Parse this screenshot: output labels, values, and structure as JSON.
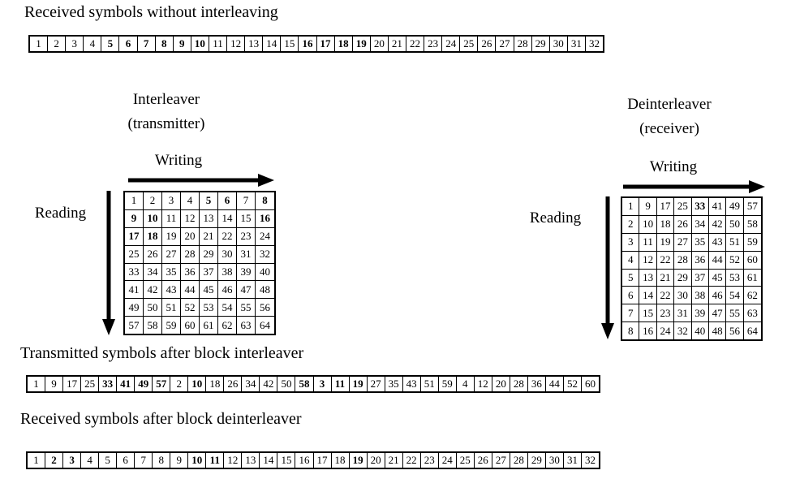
{
  "captions": {
    "top": "Received symbols without interleaving",
    "transmitted": "Transmitted symbols after block interleaver",
    "received_deint": "Received symbols after block deinterleaver"
  },
  "interleaver": {
    "title_line1": "Interleaver",
    "title_line2": "(transmitter)",
    "writing_label": "Writing",
    "reading_label": "Reading",
    "rows": 8,
    "cols": 8,
    "order": "row-major",
    "cells": [
      "1",
      "2",
      "3",
      "4",
      "5",
      "6",
      "7",
      "8",
      "9",
      "10",
      "11",
      "12",
      "13",
      "14",
      "15",
      "16",
      "17",
      "18",
      "19",
      "20",
      "21",
      "22",
      "23",
      "24",
      "25",
      "26",
      "27",
      "28",
      "29",
      "30",
      "31",
      "32",
      "33",
      "34",
      "35",
      "36",
      "37",
      "38",
      "39",
      "40",
      "41",
      "42",
      "43",
      "44",
      "45",
      "46",
      "47",
      "48",
      "49",
      "50",
      "51",
      "52",
      "53",
      "54",
      "55",
      "56",
      "57",
      "58",
      "59",
      "60",
      "61",
      "62",
      "63",
      "64"
    ],
    "bold_cells": [
      "5",
      "6",
      "8",
      "9",
      "10",
      "16",
      "17",
      "18"
    ]
  },
  "deinterleaver": {
    "title_line1": "Deinterleaver",
    "title_line2": "(receiver)",
    "writing_label": "Writing",
    "reading_label": "Reading",
    "rows": 8,
    "cols": 8,
    "order": "column-major",
    "cells": [
      "1",
      "9",
      "17",
      "25",
      "33",
      "41",
      "49",
      "57",
      "2",
      "10",
      "18",
      "26",
      "34",
      "42",
      "50",
      "58",
      "3",
      "11",
      "19",
      "27",
      "35",
      "43",
      "51",
      "59",
      "4",
      "12",
      "22",
      "28",
      "36",
      "44",
      "52",
      "60",
      "5",
      "13",
      "21",
      "29",
      "37",
      "45",
      "53",
      "61",
      "6",
      "14",
      "22",
      "30",
      "38",
      "46",
      "54",
      "62",
      "7",
      "15",
      "23",
      "31",
      "39",
      "47",
      "55",
      "63",
      "8",
      "16",
      "24",
      "32",
      "40",
      "48",
      "56",
      "64"
    ],
    "bold_indices": [
      4
    ]
  },
  "strip_received_plain": {
    "values": [
      "1",
      "2",
      "3",
      "4",
      "5",
      "6",
      "7",
      "8",
      "9",
      "10",
      "11",
      "12",
      "13",
      "14",
      "15",
      "16",
      "17",
      "18",
      "19",
      "20",
      "21",
      "22",
      "23",
      "24",
      "25",
      "26",
      "27",
      "28",
      "29",
      "30",
      "31",
      "32"
    ],
    "bold": [
      "5",
      "6",
      "7",
      "8",
      "9",
      "10",
      "16",
      "17",
      "18",
      "19"
    ]
  },
  "strip_transmitted": {
    "values": [
      "1",
      "9",
      "17",
      "25",
      "33",
      "41",
      "49",
      "57",
      "2",
      "10",
      "18",
      "26",
      "34",
      "42",
      "50",
      "58",
      "3",
      "11",
      "19",
      "27",
      "35",
      "43",
      "51",
      "59",
      "4",
      "12",
      "20",
      "28",
      "36",
      "44",
      "52",
      "60"
    ],
    "bold_indices": [
      4,
      5,
      6,
      7,
      9,
      15,
      16,
      17,
      18
    ]
  },
  "strip_received_deint": {
    "values": [
      "1",
      "2",
      "3",
      "4",
      "5",
      "6",
      "7",
      "8",
      "9",
      "10",
      "11",
      "12",
      "13",
      "14",
      "15",
      "16",
      "17",
      "18",
      "19",
      "20",
      "21",
      "22",
      "23",
      "24",
      "25",
      "26",
      "27",
      "28",
      "29",
      "30",
      "31",
      "32"
    ],
    "bold_indices": [
      1,
      2,
      9,
      10,
      18
    ]
  },
  "icons": {
    "writing_arrow": "arrow-right-icon",
    "reading_arrow": "arrow-down-icon"
  },
  "colors": {
    "ink": "#000000",
    "paper": "#ffffff"
  }
}
